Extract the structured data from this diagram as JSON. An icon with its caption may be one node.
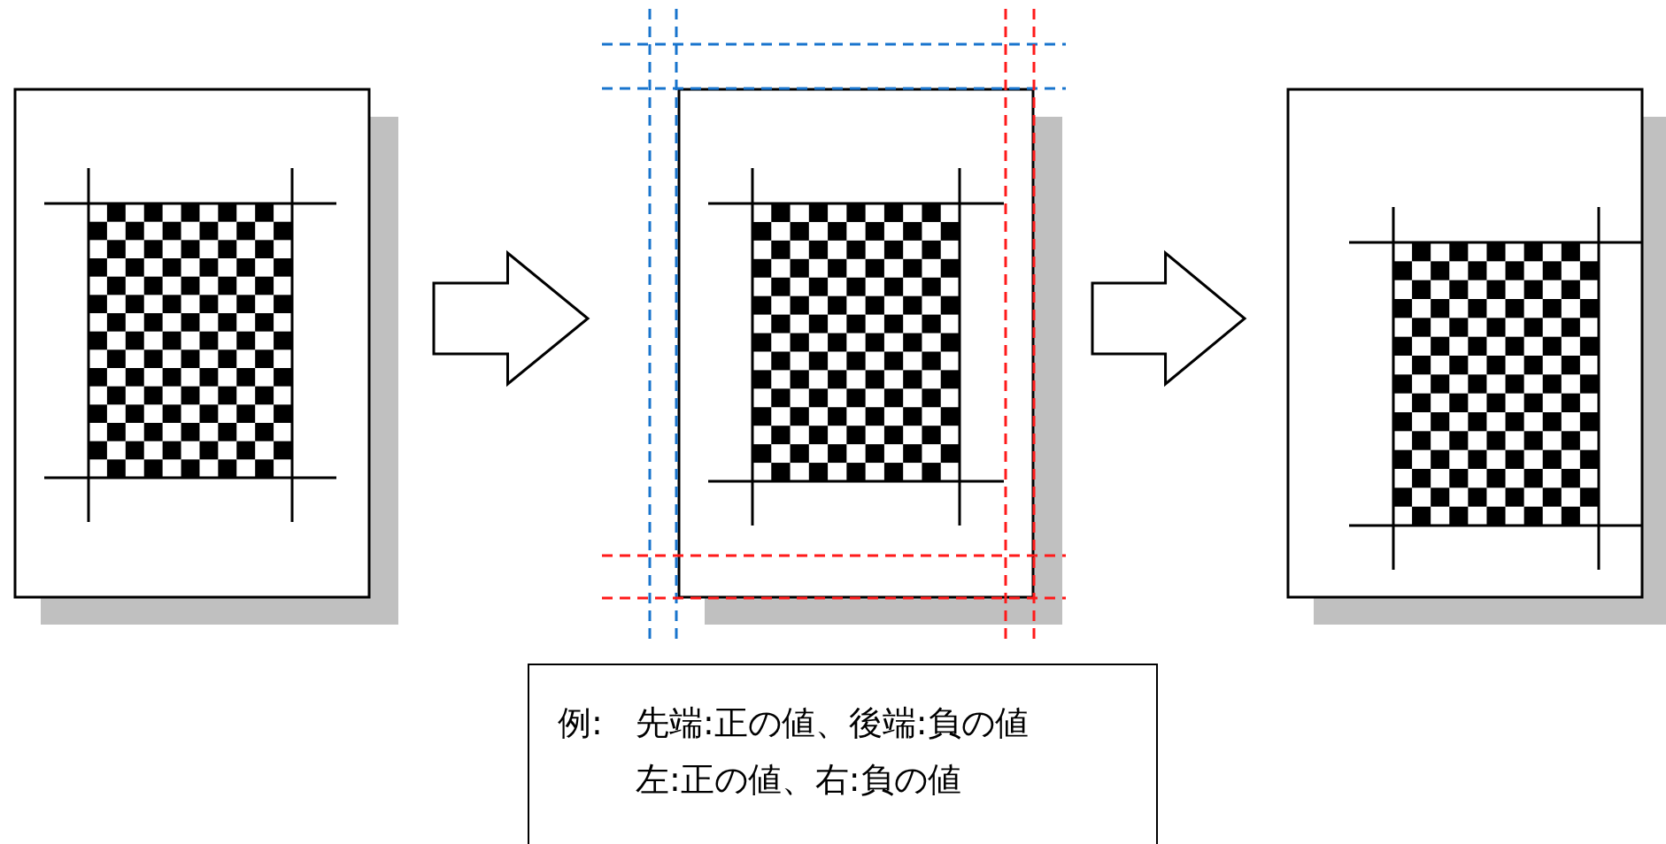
{
  "diagram": {
    "nodes": [
      {
        "text": [],
        "shape": "page"
      },
      {
        "text": [],
        "shape": "page"
      },
      {
        "text": [],
        "shape": "page"
      },
      {
        "text": [
          "例:",
          "先端:正の値、後端:負の値",
          "左:正の値、右:負の値"
        ]
      }
    ],
    "edges": [
      {
        "from": 0,
        "to": 1,
        "arrow": "to"
      },
      {
        "from": 1,
        "to": 2,
        "arrow": "to"
      }
    ]
  }
}
